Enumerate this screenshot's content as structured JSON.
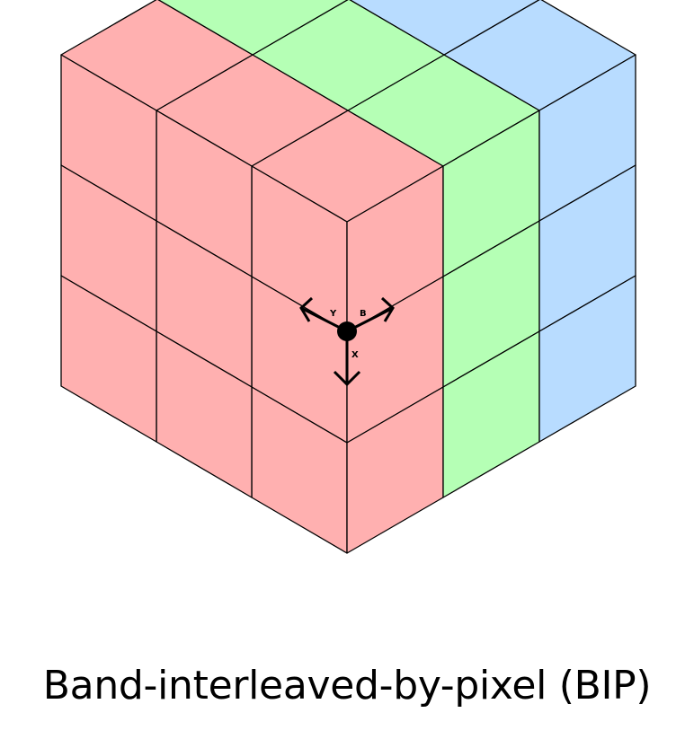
{
  "caption": "Band-interleaved-by-pixel (BIP)",
  "cube": {
    "grid": 3,
    "band_colors": [
      "#ffb0b0",
      "#b5ffb5",
      "#b8dcff"
    ],
    "edge_color": "#000000"
  },
  "axes": {
    "y_label": "Y",
    "b_label": "B",
    "x_label": "X"
  }
}
